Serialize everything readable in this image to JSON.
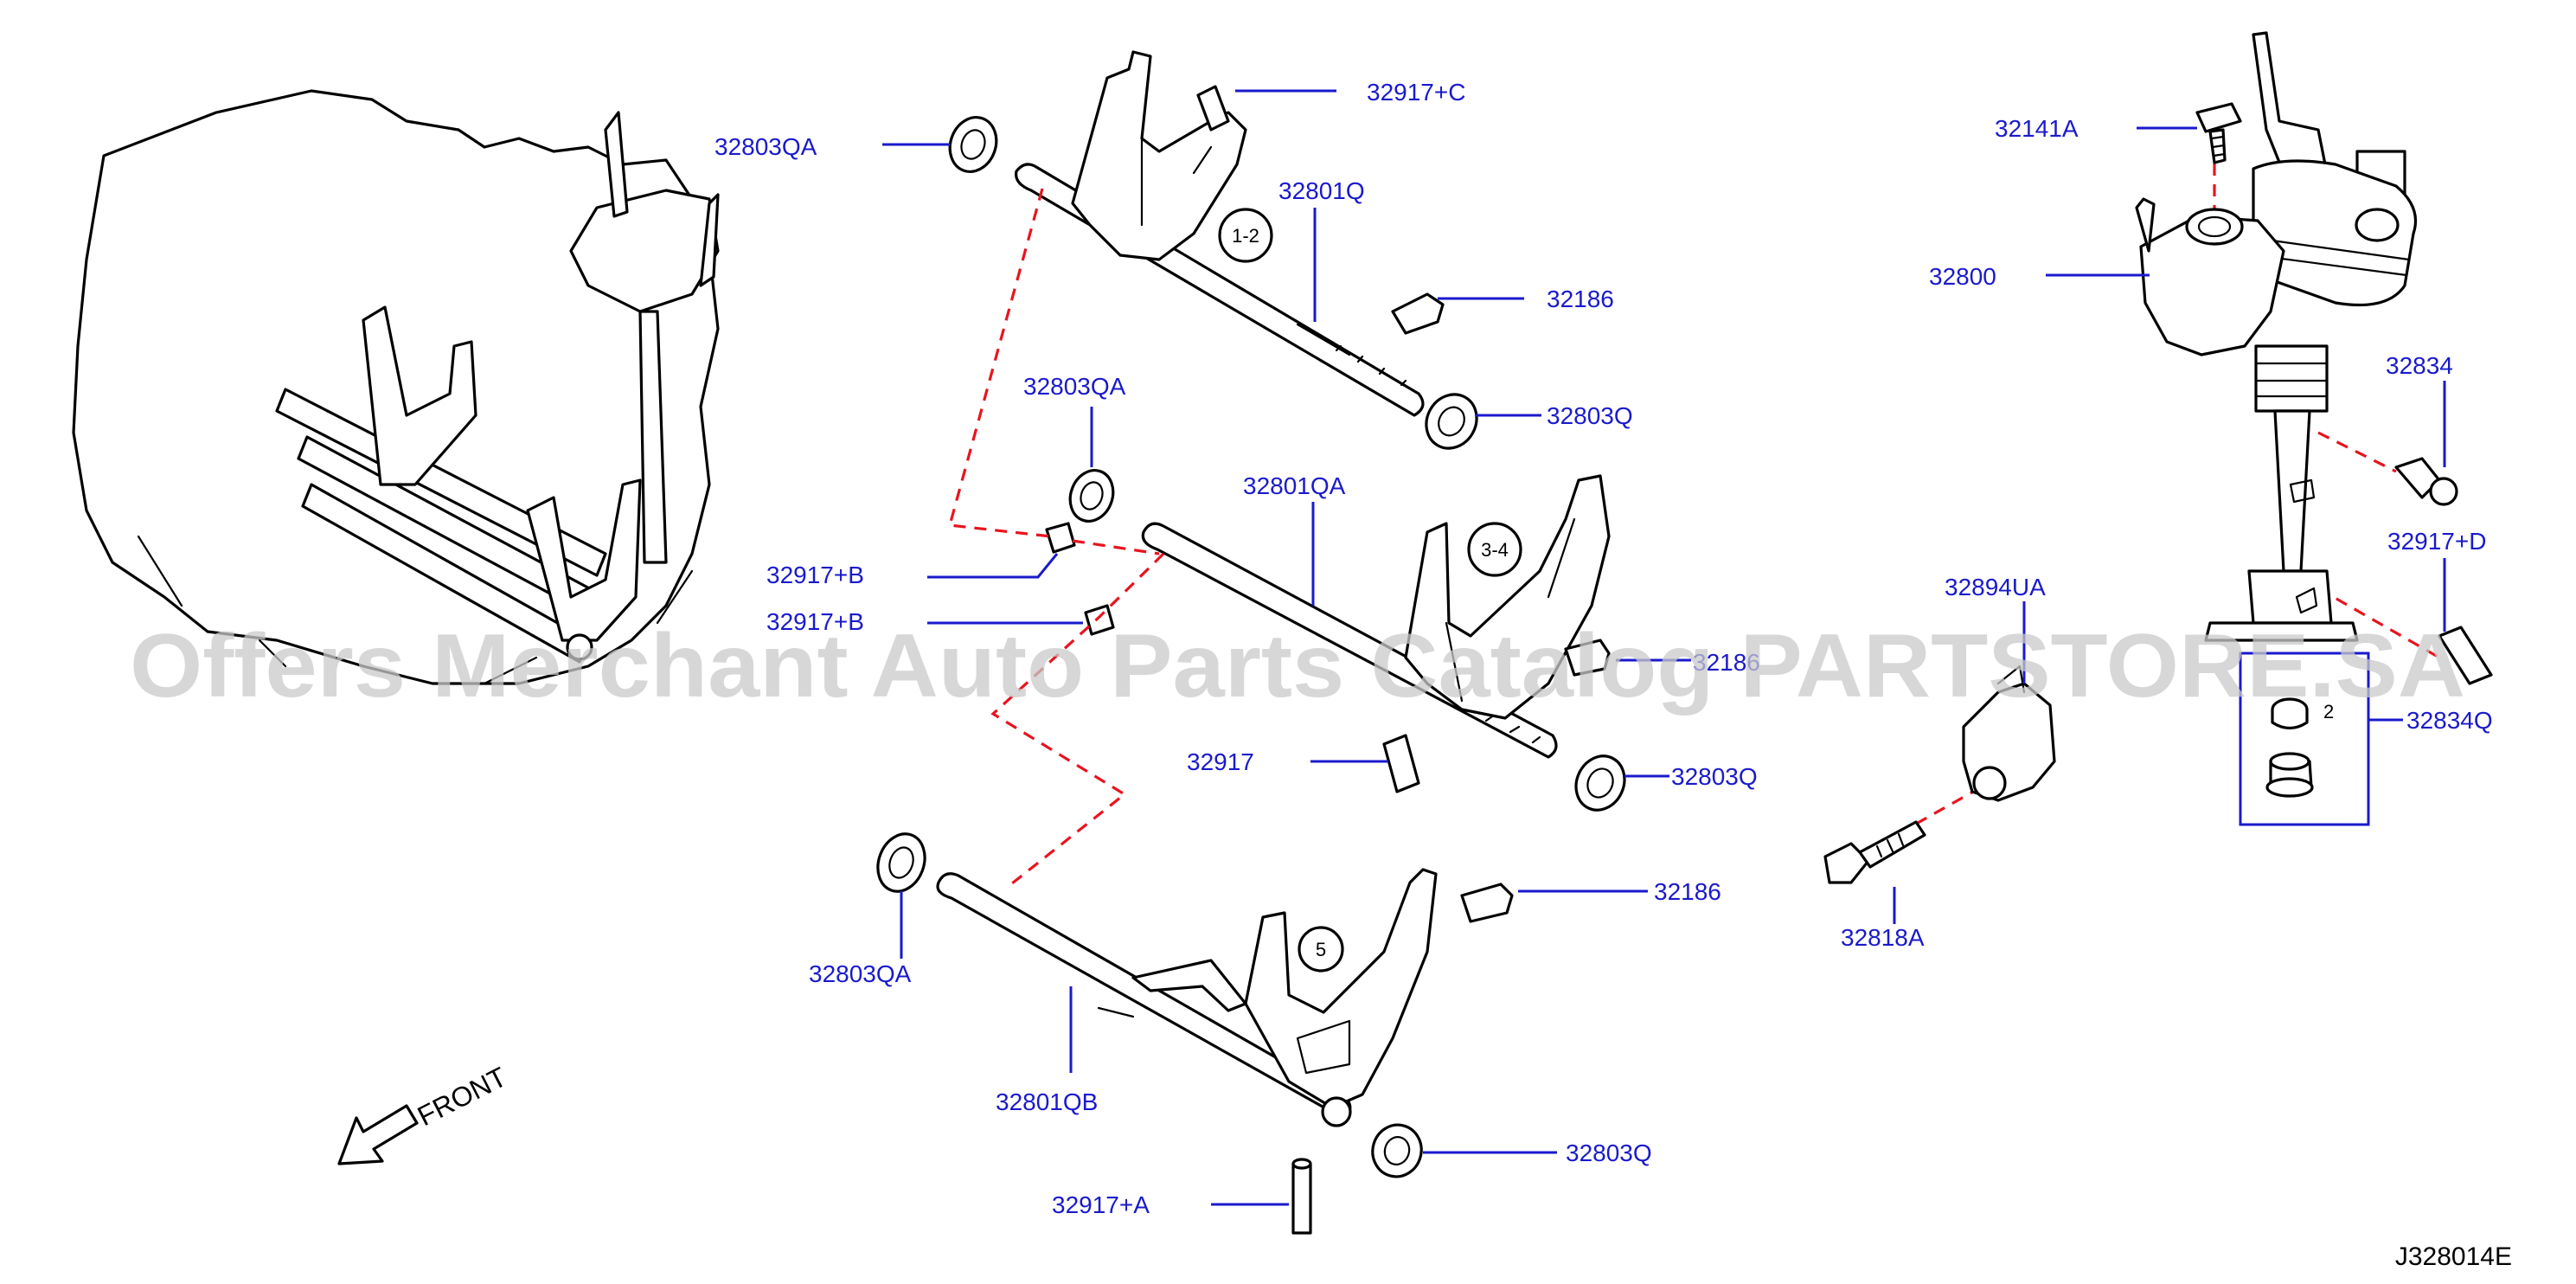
{
  "callouts": {
    "p_32803QA_top": "32803QA",
    "p_32917C": "32917+C",
    "p_32801Q": "32801Q",
    "p_32186_top": "32186",
    "p_32803Q_top": "32803Q",
    "p_32803QA_mid": "32803QA",
    "p_32801QA": "32801QA",
    "p_32917B_1": "32917+B",
    "p_32917B_2": "32917+B",
    "p_32186_mid": "32186",
    "p_32917": "32917",
    "p_32803Q_mid": "32803Q",
    "p_32186_low": "32186",
    "p_32803QA_low": "32803QA",
    "p_32801QB": "32801QB",
    "p_32803Q_low": "32803Q",
    "p_32917A": "32917+A",
    "p_32141A": "32141A",
    "p_32800": "32800",
    "p_32834": "32834",
    "p_32917D": "32917+D",
    "p_32894UA": "32894UA",
    "p_32834Q": "32834Q",
    "p_32818A": "32818A"
  },
  "gear_marks": {
    "g12": "1-2",
    "g34": "3-4",
    "g5": "5",
    "qty": "2"
  },
  "front_label": "FRONT",
  "diagram_code": "J328014E",
  "watermark": "Offers Merchant Auto Parts Catalog PARTSTORE.SA",
  "colors": {
    "label_blue": "#1a1acc",
    "dash_red": "#e8141e",
    "line_black": "#000000"
  }
}
